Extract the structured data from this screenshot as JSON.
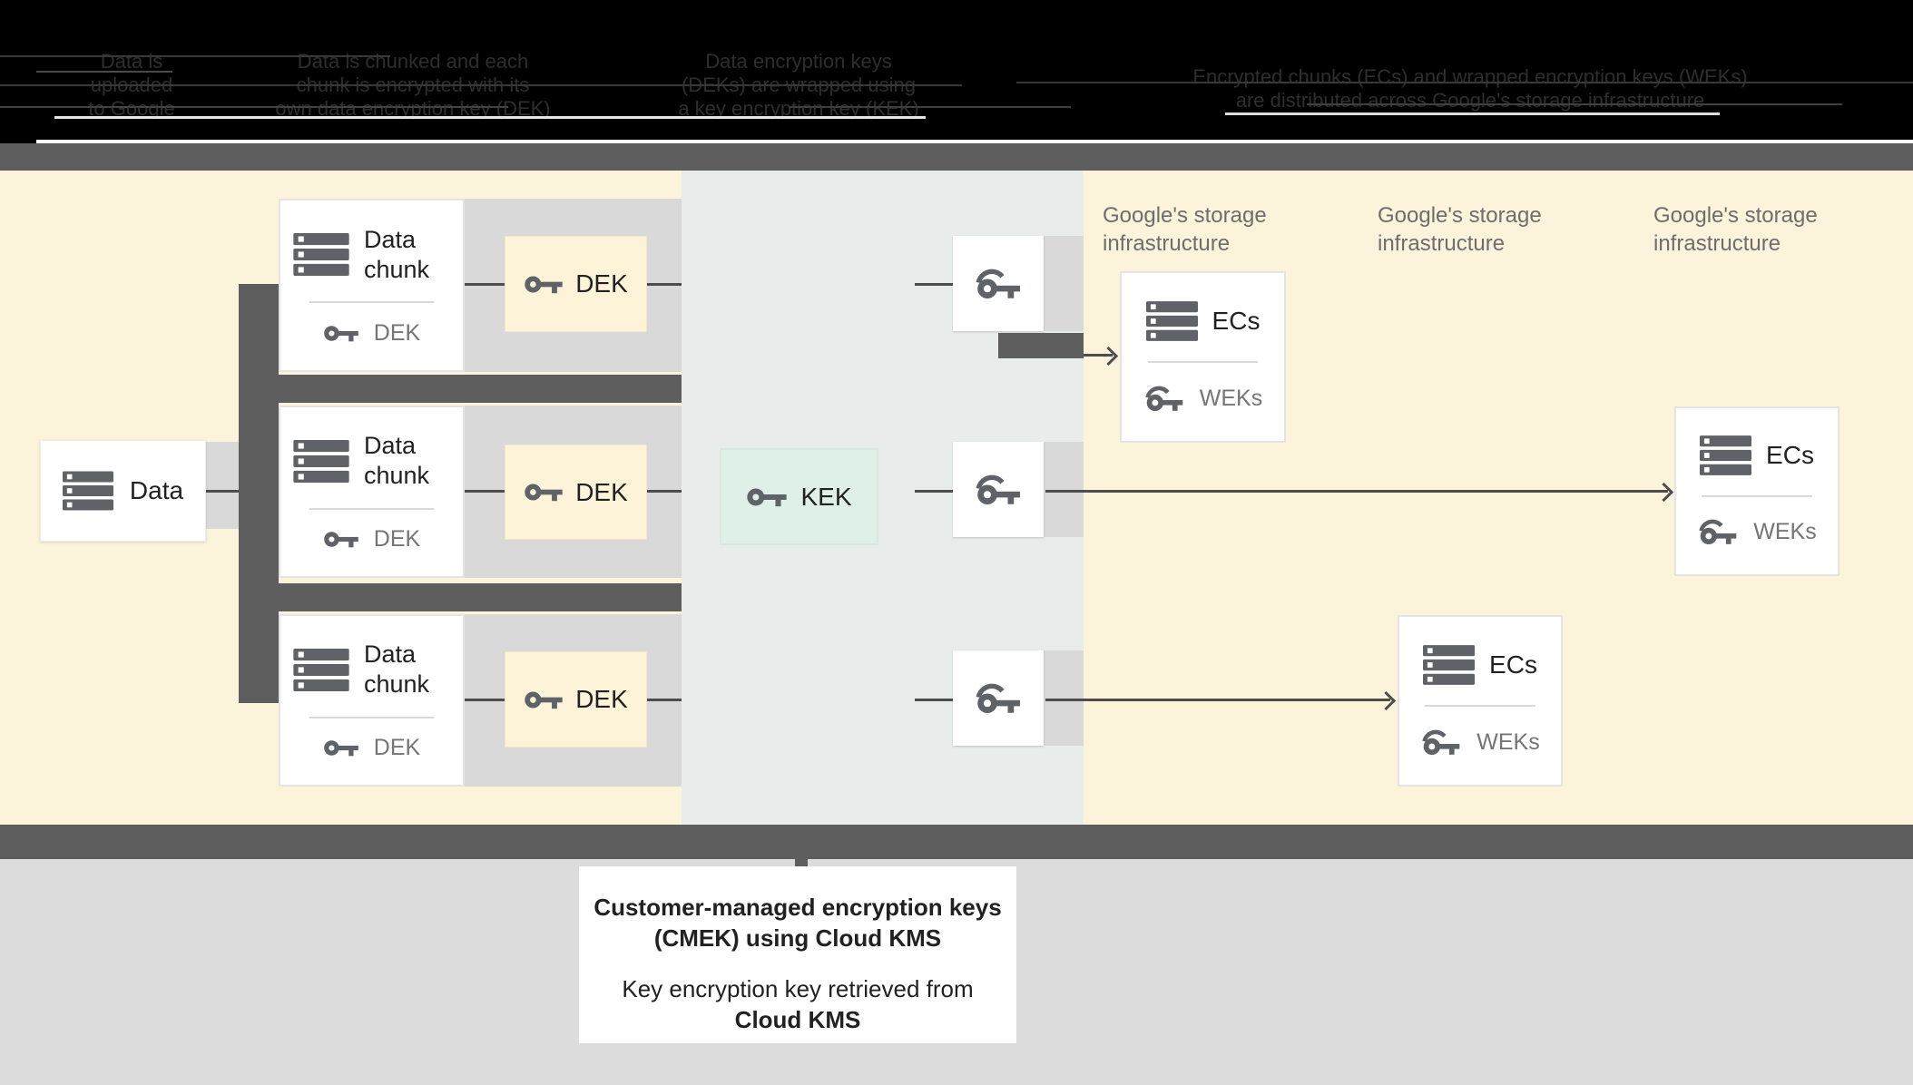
{
  "header": {
    "columns": [
      {
        "lines": [
          "Data is",
          "uploaded",
          "to Google"
        ]
      },
      {
        "lines": [
          "Data is chunked and each",
          "chunk is encrypted with its",
          "own data encryption key (DEK)"
        ]
      },
      {
        "lines": [
          "Data encryption keys",
          "(DEKs) are wrapped using",
          "a key encryption key (KEK)"
        ]
      },
      {
        "lines": [
          "Encrypted chunks (ECs) and wrapped encryption keys (WEKs)",
          "are distributed across Google's storage infrastructure"
        ]
      }
    ]
  },
  "diagram": {
    "data_box": {
      "label": "Data"
    },
    "chunk_rows": [
      {
        "title": "Data chunk",
        "key_label": "DEK"
      },
      {
        "title": "Data chunk",
        "key_label": "DEK"
      },
      {
        "title": "Data chunk",
        "key_label": "DEK"
      }
    ],
    "dek_boxes": [
      {
        "label": "DEK"
      },
      {
        "label": "DEK"
      },
      {
        "label": "DEK"
      }
    ],
    "kek_box": {
      "label": "KEK"
    },
    "storage_labels": [
      {
        "line1": "Google's storage",
        "line2": "infrastructure"
      },
      {
        "line1": "Google's storage",
        "line2": "infrastructure"
      },
      {
        "line1": "Google's storage",
        "line2": "infrastructure"
      }
    ],
    "ec_boxes": [
      {
        "title": "ECs",
        "key_label": "WEKs"
      },
      {
        "title": "ECs",
        "key_label": "WEKs"
      },
      {
        "title": "ECs",
        "key_label": "WEKs"
      }
    ]
  },
  "caption": {
    "title_line1": "Customer-managed encryption keys",
    "title_line2": "(CMEK) using Cloud KMS",
    "body_line1": "Key encryption key retrieved from",
    "body_line2": "Cloud KMS"
  },
  "colors": {
    "panel_beige": "#fbf3da",
    "kms_band": "#e8edec",
    "dek_cream": "#fdf3d8",
    "kek_mint": "#dff0e8",
    "connector_dark": "#5e5e5e",
    "connector_gray": "#d9d9d9",
    "icon_gray": "#5f6368",
    "muted_text": "#757575"
  }
}
